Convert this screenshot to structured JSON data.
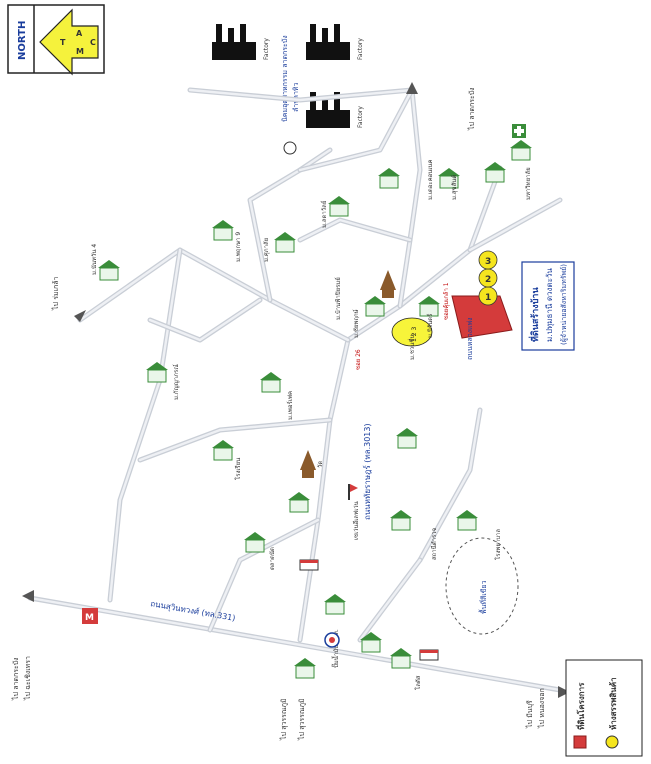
{
  "compass": {
    "label": "NORTH",
    "letters": [
      "T",
      "A",
      "M",
      "C"
    ]
  },
  "factories": {
    "label_1": "Factory",
    "label_2": "Factory",
    "label_3": "Factory",
    "area_name": "นิคมอุตสาหกรรม ลาดกระบัง",
    "area_sub": "ลำปลาทิว"
  },
  "project": {
    "line1": "ที่ดินสร้างบ้าน",
    "line2": "ม.ปทุมธานี ดวงตะวัน",
    "line3": "(ผู้จำหน่ายอสังหาริมทรัพย์)",
    "pin_label": "1 2 3"
  },
  "badges": [
    "1",
    "2",
    "3"
  ],
  "roads": {
    "main_highway": "ถนนสุวินทวงศ์ (ทล.331)",
    "main_road": "ถนนหทัยราษฎร์ (ทล.3013)",
    "side_road": "ถนนหลวงแพ่ง",
    "soi_1": "ซอยคุ้มเกล้า 1",
    "soi_2": "ซอย 26"
  },
  "directions": {
    "to_lat_krabang": "ไป ลาดกระบัง",
    "to_chachoengsao": "ไป ฉะเชิงเทรา",
    "to_bang_phli": "ไป มีนบุรี",
    "to_nong_chok": "ไป หนองจอก",
    "to_suvarnabhumi": "ไป สุวรรณภูมิ",
    "to_rom_klao": "ไป ร่มเกล้า"
  },
  "landmarks": [
    "ม.นันทวัน 4",
    "ม.พฤกษา 9",
    "ม.ศุภาลัย",
    "ม.ลดาวัลย์",
    "ม.ชัยพฤกษ์",
    "ม.บ้านฟ้าปิยรมย์",
    "ม.นิรันดร์",
    "ม.ชวนชื่น",
    "ม.เดอะคอนเนค",
    "ม.สุขสันต์",
    "ม.กัญญาภรณ์",
    "ม.เพอร์เฟค",
    "โรงเรียน",
    "วัด",
    "เซเว่นอีเลฟเว่น",
    "ตลาดนัด",
    "ปั๊มน้ำมัน ปตท.",
    "โลตัส",
    "สถานีตำรวจ",
    "โรงพยาบาล",
    "มหาวิทยาลัย"
  ],
  "zone_label": "พื้นที่สีเขียว",
  "legend": {
    "item_1": "ที่ดินโครงการ",
    "item_2": "ห้างสรรพสินค้า"
  },
  "top_right_label": "ไป ลาดกระบัง",
  "bottom_label": "ไป สุวรรณภูมิ"
}
